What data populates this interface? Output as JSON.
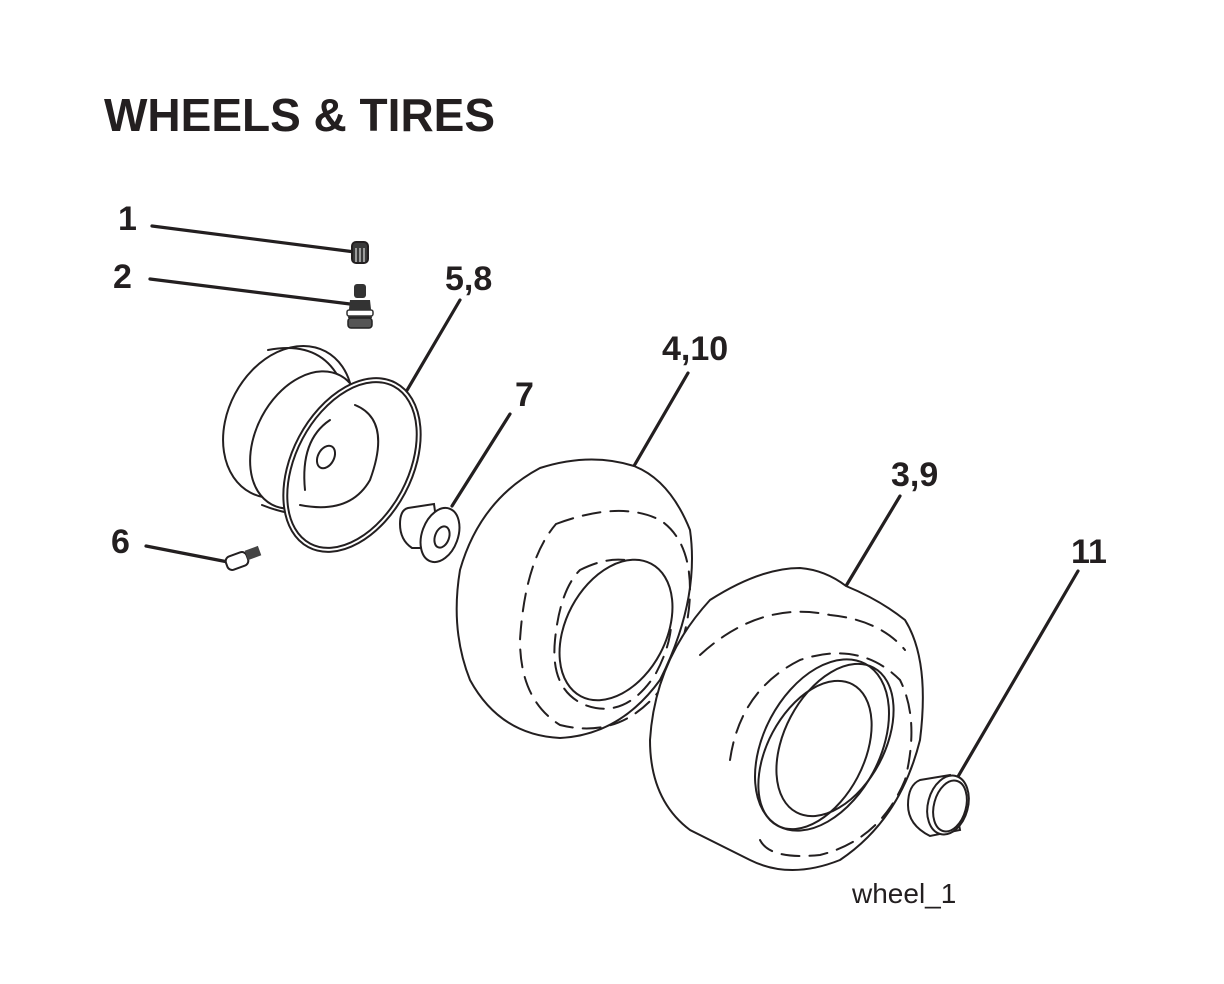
{
  "title": "WHEELS & TIRES",
  "caption": "wheel_1",
  "callouts": [
    {
      "id": "1",
      "label": "1",
      "part": "valve-cap"
    },
    {
      "id": "2",
      "label": "2",
      "part": "valve-stem"
    },
    {
      "id": "3",
      "label": "5,8",
      "part": "wheel-rim"
    },
    {
      "id": "4",
      "label": "6",
      "part": "grease-fitting"
    },
    {
      "id": "5",
      "label": "7",
      "part": "bushing"
    },
    {
      "id": "6",
      "label": "4,10",
      "part": "front-tire"
    },
    {
      "id": "7",
      "label": "3,9",
      "part": "rear-tire"
    },
    {
      "id": "8",
      "label": "11",
      "part": "cap"
    }
  ]
}
